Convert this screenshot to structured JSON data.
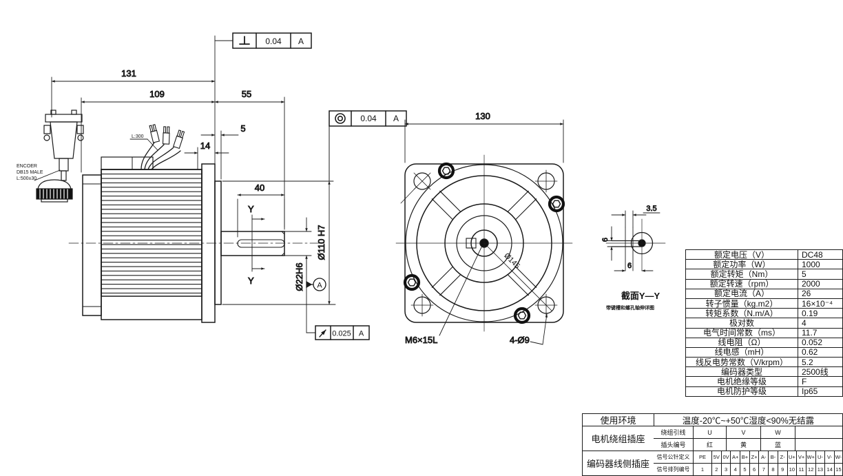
{
  "drawing": {
    "dims": {
      "d131": "131",
      "d109": "109",
      "d55": "55",
      "d5": "5",
      "d14": "14",
      "d40": "40",
      "pilot_dia": "Ø110 H7",
      "shaft_dia": "Ø22H6",
      "flange_w": "130",
      "bolt_circle": "Ø145",
      "thread": "M6×15L",
      "holes": "4-Ø9",
      "key_w": "3.5",
      "key_h": "6",
      "key_b": "6"
    },
    "gdt": {
      "perp_val": "0.04",
      "perp_datum": "A",
      "conc_val": "0.04",
      "conc_datum": "A",
      "runout_val": "0.025",
      "runout_datum": "A",
      "datum_label": "A"
    },
    "encoder_label": {
      "line1": "ENCOER",
      "line2": "DB15 MALE",
      "line3": "L:500±30"
    },
    "wire_label": "L:300",
    "section": {
      "mark_top": "Y",
      "mark_bottom": "Y",
      "title": "截面Y—Y",
      "subtitle": "带键槽和螺孔轴伸详图"
    }
  },
  "spec_table": {
    "rows": [
      {
        "label": "额定电压（V）",
        "value": "DC48"
      },
      {
        "label": "额定功率（W）",
        "value": "1000"
      },
      {
        "label": "额定转矩（Nm）",
        "value": "5"
      },
      {
        "label": "额定转速（rpm）",
        "value": "2000"
      },
      {
        "label": "额定电流（A）",
        "value": "26"
      },
      {
        "label": "转子惯量（kg.m2）",
        "value": "16×10⁻⁴"
      },
      {
        "label": "转矩系数（N.m/A）",
        "value": "0.19"
      },
      {
        "label": "极对数",
        "value": "4"
      },
      {
        "label": "电气时间常数（ms）",
        "value": "11.7"
      },
      {
        "label": "线电阻（Ω）",
        "value": "0.052"
      },
      {
        "label": "线电感（mH）",
        "value": "0.62"
      },
      {
        "label": "线反电势常数（V/krpm）",
        "value": "5.2"
      },
      {
        "label": "编码器类型",
        "value": "2500线"
      },
      {
        "label": "电机绝缘等级",
        "value": "F"
      },
      {
        "label": "电机防护等级",
        "value": "Ip65"
      }
    ]
  },
  "bottom_table": {
    "env_label": "使用环境",
    "env_value": "温度-20℃~+50℃湿度<90%无结露",
    "winding_label": "电机绕组插座",
    "winding_row1_label": "绕组引线",
    "winding_row2_label": "插头编号",
    "winding_phases": [
      "U",
      "V",
      "W"
    ],
    "winding_colors": [
      "红",
      "黄",
      "蓝"
    ],
    "encoder_label": "编码器线侧插座",
    "encoder_row1_label": "信号公针定义",
    "encoder_row2_label": "信号排列编号",
    "signals": [
      "PE",
      "5V",
      "0V",
      "A+",
      "B+",
      "Z+",
      "A-",
      "B-",
      "Z-",
      "U+",
      "V+",
      "W+",
      "U-",
      "V-",
      "W-"
    ],
    "numbers": [
      "1",
      "2",
      "3",
      "4",
      "5",
      "6",
      "7",
      "8",
      "9",
      "10",
      "11",
      "12",
      "13",
      "14",
      "15"
    ]
  }
}
